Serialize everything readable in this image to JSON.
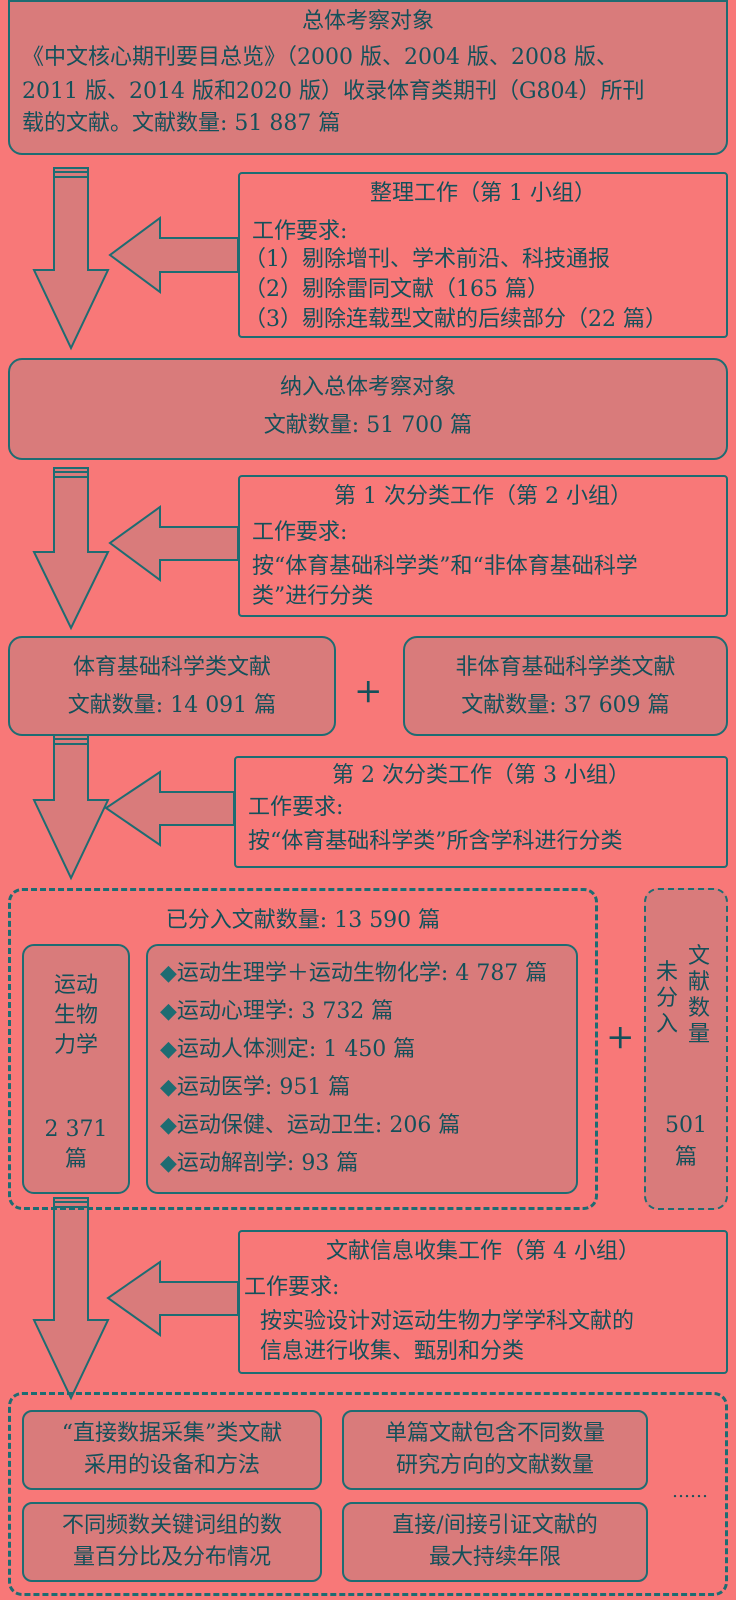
{
  "overall": {
    "title": "总体考察对象",
    "line1": "《中文核心期刊要目总览》（2000 版、2004 版、2008 版、",
    "line2": "2011 版、2014 版和2020 版）收录体育类期刊（G804）所刊",
    "line3": "载的文献。文献数量: 51 887 篇"
  },
  "step1": {
    "title": "整理工作（第 1 小组）",
    "req": "工作要求:",
    "items": [
      "（1）剔除增刊、学术前沿、科技通报",
      "（2）剔除雷同文献（165 篇）",
      "（3）剔除连载型文献的后续部分（22 篇）"
    ]
  },
  "included": {
    "title": "纳入总体考察对象",
    "count": "文献数量: 51 700 篇"
  },
  "step2": {
    "title": "第 1 次分类工作（第 2 小组）",
    "req": "工作要求:",
    "line1": "按“体育基础科学类”和“非体育基础科学",
    "line2": "类”进行分类"
  },
  "basic": {
    "title": "体育基础科学类文献",
    "count": "文献数量: 14 091 篇"
  },
  "plus": "+",
  "nonbasic": {
    "title": "非体育基础科学类文献",
    "count": "文献数量: 37 609 篇"
  },
  "step3": {
    "title": "第 2 次分类工作（第 3 小组）",
    "req": "工作要求:",
    "line1": "按“体育基础科学类”所含学科进行分类"
  },
  "classified": {
    "title": "已分入文献数量: 13 590 篇",
    "biomech": {
      "l1": "运动",
      "l2": "生物",
      "l3": "力学",
      "count": "2 371",
      "unit": "篇"
    },
    "bullet": "◆",
    "items": [
      "运动生理学＋运动生物化学: 4 787 篇",
      "运动心理学: 3 732 篇",
      "运动人体测定: 1 450 篇",
      "运动医学: 951 篇",
      "运动保健、运动卫生: 206 篇",
      "运动解剖学: 93 篇"
    ]
  },
  "unclassified": {
    "c1": [
      "未",
      "分",
      "入"
    ],
    "c2": [
      "文",
      "献",
      "数",
      "量"
    ],
    "count": "501",
    "unit": "篇"
  },
  "step4": {
    "title": "文献信息收集工作（第 4 小组）",
    "req": "工作要求:",
    "line1": "按实验设计对运动生物力学学科文献的",
    "line2": "信息进行收集、甄别和分类"
  },
  "outputs": [
    {
      "l1": "“直接数据采集”类文献",
      "l2": "采用的设备和方法"
    },
    {
      "l1": "单篇文献包含不同数量",
      "l2": "研究方向的文献数量"
    },
    {
      "l1": "不同频数关键词组的数",
      "l2": "量百分比及分布情况"
    },
    {
      "l1": "直接/间接引证文献的",
      "l2": "最大持续年限"
    }
  ],
  "ellipsis": "……"
}
